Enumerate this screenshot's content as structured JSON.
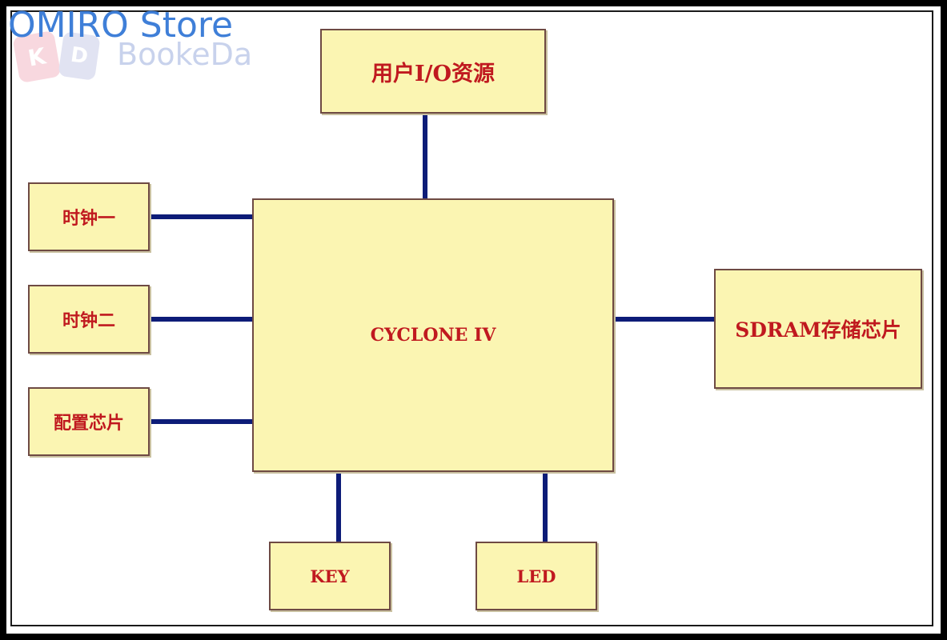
{
  "watermark": {
    "store_text": "OMIRO Store",
    "brand_text": "BookeDa",
    "logo_letters": "KD"
  },
  "diagram": {
    "center": "CYCLONE IV",
    "top": "用户I/O资源",
    "left": [
      "时钟一",
      "时钟二",
      "配置芯片"
    ],
    "right": "SDRAM存储芯片",
    "bottom": [
      "KEY",
      "LED"
    ]
  },
  "colors": {
    "block_fill": "#fbf5b2",
    "block_border": "#6e4a43",
    "label_text": "#c0191f",
    "connector": "#0d1c78",
    "outer_border": "#000000"
  }
}
